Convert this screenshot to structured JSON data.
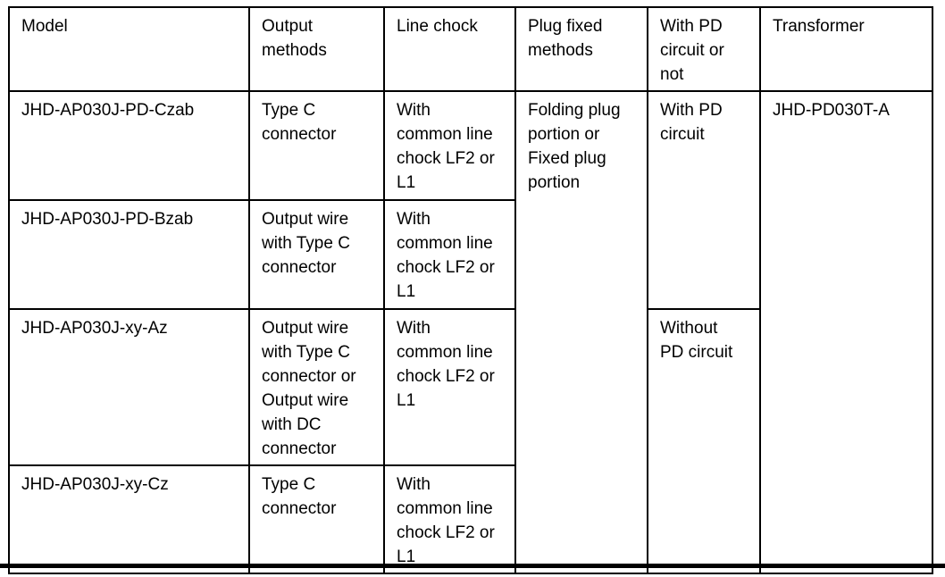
{
  "table": {
    "headers": [
      "Model",
      "Output methods",
      "Line chock",
      "Plug fixed methods",
      "With PD circuit or not",
      "Transformer"
    ],
    "rows": [
      {
        "model": "JHD-AP030J-PD-Czab",
        "output": "Type C connector",
        "chock": "With common line chock LF2 or L1"
      },
      {
        "model": "JHD-AP030J-PD-Bzab",
        "output": "Output wire with Type C connector",
        "chock": "With common line chock LF2 or L1"
      },
      {
        "model": "JHD-AP030J-xy-Az",
        "output": "Output wire with Type C connector or Output wire with DC connector",
        "chock": "With common line chock LF2 or L1"
      },
      {
        "model": "JHD-AP030J-xy-Cz",
        "output": "Type C connector",
        "chock": "With common line chock LF2 or L1"
      }
    ],
    "merged": {
      "plug_fixed": "Folding plug portion or Fixed plug portion",
      "with_pd": "With PD circuit",
      "without_pd": "Without PD circuit",
      "transformer": "JHD-PD030T-A"
    }
  },
  "colors": {
    "border": "#000000",
    "text": "#000000",
    "background": "#ffffff"
  }
}
